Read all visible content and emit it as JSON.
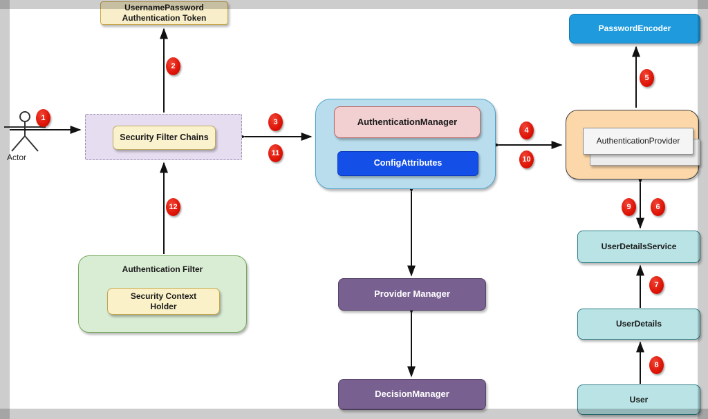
{
  "diagram_type": "spring-security-authentication-flow",
  "actor": {
    "label": "Actor"
  },
  "nodes": {
    "token": {
      "line1": "UsernamePassword",
      "line2": "Authentication Token"
    },
    "security_filter_chains": {
      "label": "Security Filter Chains"
    },
    "authentication_manager": {
      "label": "AuthenticationManager"
    },
    "config_attributes": {
      "label": "ConfigAttributes"
    },
    "password_encoder": {
      "label": "PasswordEncoder"
    },
    "authentication_provider": {
      "label": "AuthenticationProvider"
    },
    "user_details_service": {
      "label": "UserDetailsService"
    },
    "user_details": {
      "label": "UserDetails"
    },
    "user": {
      "label": "User"
    },
    "authentication_filter": {
      "label": "Authentication Filter"
    },
    "security_context_holder": {
      "line1": "Security Context",
      "line2": "Holder"
    },
    "provider_manager": {
      "label": "Provider Manager"
    },
    "decision_manager": {
      "label": "DecisionManager"
    }
  },
  "badges": [
    "1",
    "2",
    "3",
    "4",
    "5",
    "6",
    "7",
    "8",
    "9",
    "10",
    "11",
    "12"
  ],
  "palette": {
    "canvas": "#ffffff",
    "page_margin": "#cdcdcd",
    "badge_red": "#dd1205",
    "token_tan": "#f8eec9",
    "filter_chain_lavender": "#e6def0",
    "manager_container_blue": "#b9dded",
    "auth_manager_pink": "#f2cfd1",
    "config_attributes_blue": "#1450e8",
    "password_encoder_blue": "#1f9bdd",
    "provider_orange": "#fbd7a9",
    "provider_inner_gray": "#f5f5f5",
    "user_cyan": "#b9e3e5",
    "filter_green": "#d9ecd4",
    "manager_purple": "#786090",
    "arrow_black": "#111111"
  }
}
